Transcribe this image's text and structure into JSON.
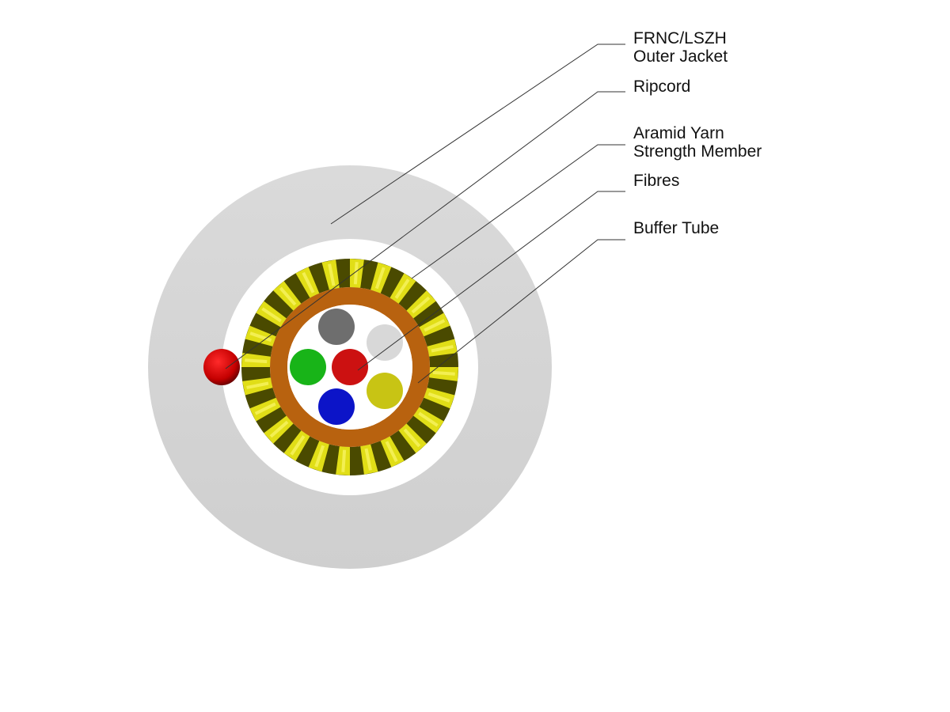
{
  "labels": {
    "jacket": {
      "line1": "FRNC/LSZH",
      "line2": "Outer Jacket"
    },
    "ripcord": {
      "line1": "Ripcord"
    },
    "aramid": {
      "line1": "Aramid Yarn",
      "line2": "Strength Member"
    },
    "fibres": {
      "line1": "Fibres"
    },
    "buffer": {
      "line1": "Buffer Tube"
    }
  },
  "colors": {
    "jacket": "#d6d6d6",
    "gap": "#ffffff",
    "aramid_dark": "#4a4a00",
    "aramid_light": "#f2ee1a",
    "buffer_tube": "#b8620f",
    "ripcord": "#cc0000",
    "leader_line": "#333333",
    "fibres": [
      "#6e6e6e",
      "#d8d8d8",
      "#18b418",
      "#cc1111",
      "#c8c414",
      "#0c14c8"
    ]
  },
  "fibre_count": 6
}
